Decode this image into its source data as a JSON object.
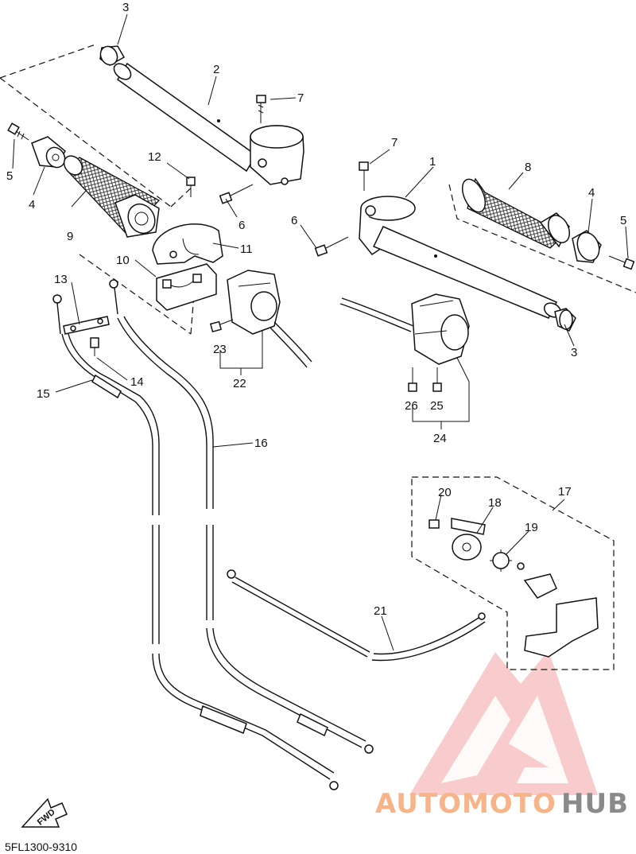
{
  "diagram": {
    "labels": {
      "p1": "1",
      "p2": "2",
      "p3a": "3",
      "p3b": "3",
      "p4a": "4",
      "p4b": "4",
      "p5a": "5",
      "p5b": "5",
      "p6a": "6",
      "p6b": "6",
      "p7a": "7",
      "p7b": "7",
      "p8": "8",
      "p9": "9",
      "p10": "10",
      "p11": "11",
      "p12": "12",
      "p13": "13",
      "p14": "14",
      "p15": "15",
      "p16": "16",
      "p17": "17",
      "p18": "18",
      "p19": "19",
      "p20": "20",
      "p21": "21",
      "p22": "22",
      "p23": "23",
      "p24": "24",
      "p25": "25",
      "p26": "26"
    },
    "fwd_label": "FWD",
    "diagram_code": "5FL1300-9310",
    "watermark": {
      "part1": "AUTOMOTO",
      "part2": "HUB",
      "color_main": "#f6b488",
      "color_accent": "#8a8a8a",
      "logo_color": "#f08f8f"
    }
  }
}
